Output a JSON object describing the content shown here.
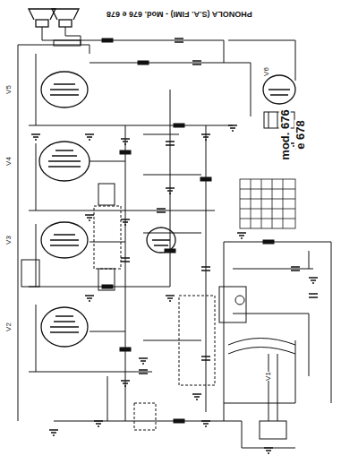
{
  "diagram": {
    "title": "PHONOLA (S.A. FIMI) - Mod. 676 e 678",
    "labels": [
      "mod. 676",
      "e 678",
      "V5",
      "V4",
      "V3",
      "V2",
      "V6",
      "V1"
    ]
  }
}
